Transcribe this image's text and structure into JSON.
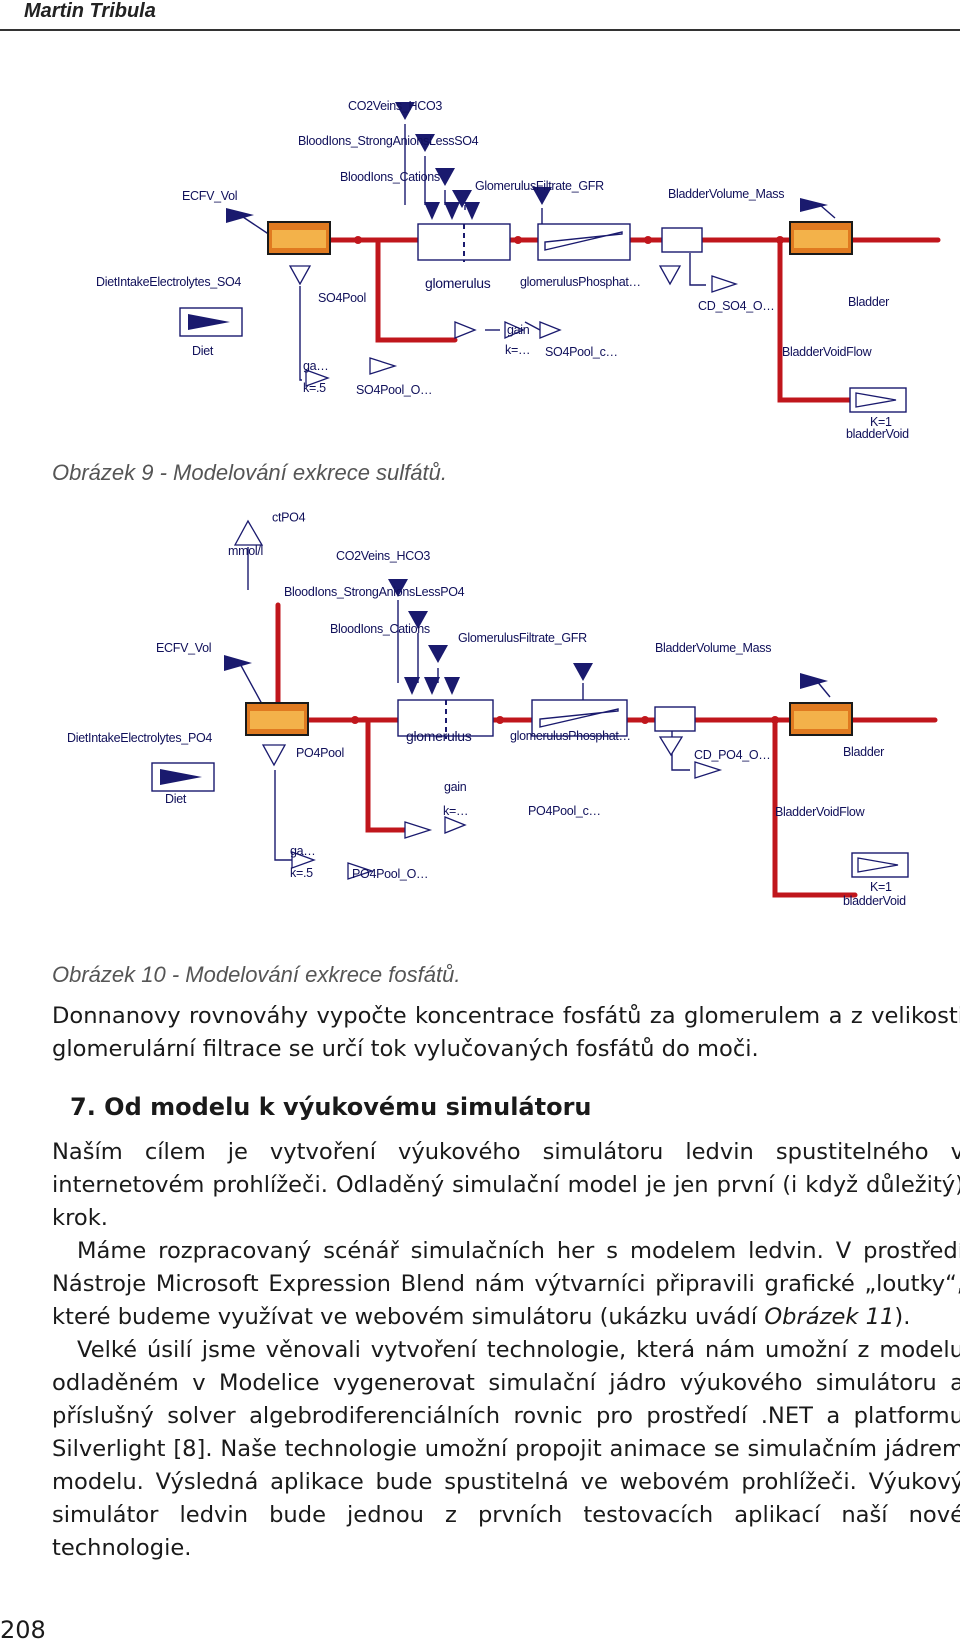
{
  "header": {
    "author": "Martin Tribula"
  },
  "figure9": {
    "labels": {
      "co2": "CO2Veins_HCO3",
      "anions": "BloodIons_StrongAnionsLessSO4",
      "cations": "BloodIons_Cations",
      "gfr": "GlomerulusFiltrate_GFR",
      "bladder_volume": "BladderVolume_Mass",
      "ecfv": "ECFV_Vol",
      "diet_intake": "DietIntakeElectrolytes_SO4",
      "pool": "SO4Pool",
      "glomerulus": "glomerulus",
      "phosphat": "glomerulusPhosphat…",
      "cd": "CD_SO4_O…",
      "bladder": "Bladder",
      "diet": "Diet",
      "gain": "gain",
      "k_dots": "k=…",
      "pool_c": "SO4Pool_c…",
      "void_flow": "BladderVoidFlow",
      "ga": "ga…",
      "k5": "k=.5",
      "pool_o": "SO4Pool_O…",
      "k1": "K=1",
      "bladder_void": "bladderVoid"
    },
    "caption": "Obrázek 9 - Modelování exkrece sulfátů."
  },
  "figure10": {
    "labels": {
      "ctpo4": "ctPO4",
      "mmol": "mmol/l",
      "co2": "CO2Veins_HCO3",
      "anions": "BloodIons_StrongAnionsLessPO4",
      "cations": "BloodIons_Cations",
      "gfr": "GlomerulusFiltrate_GFR",
      "bladder_volume": "BladderVolume_Mass",
      "ecfv": "ECFV_Vol",
      "diet_intake": "DietIntakeElectrolytes_PO4",
      "pool": "PO4Pool",
      "glomerulus": "glomerulus",
      "phosphat": "glomerulusPhosphat…",
      "cd": "CD_PO4_O…",
      "bladder": "Bladder",
      "diet": "Diet",
      "gain": "gain",
      "k_dots": "k=…",
      "pool_c": "PO4Pool_c…",
      "void_flow": "BladderVoidFlow",
      "ga": "ga…",
      "k5": "k=.5",
      "pool_o": "PO4Pool_O…",
      "k1": "K=1",
      "bladder_void": "bladderVoid"
    },
    "caption": "Obrázek 10 - Modelování exkrece fosfátů."
  },
  "body": {
    "p1": "Donnanovy rovnováhy vypočte koncentrace fosfátů za glomerulem a z velikosti glomerulární filtrace se určí tok vylučovaných fosfátů do moči.",
    "section_title": "7. Od modelu k výukovému simulátoru",
    "p2": "Naším cílem je vytvoření výukového simulátoru ledvin spustitelného v internetovém prohlížeči. Odladěný simulační model je jen první (i když důležitý) krok.",
    "p3_a": "Máme rozpracovaný scénář simulačních her s modelem ledvin. V prostředí Nástroje Microsoft Expression Blend nám výtvarníci připravili grafické „loutky“, které budeme využívat ve webovém simulátoru (ukázku uvádí ",
    "p3_ref": "Obrázek 11",
    "p3_b": ").",
    "p4": "Velké úsilí jsme věnovali vytvoření technologie, která nám umožní z modelu odladěném v Modelice vygenerovat simulační jádro výukového simulátoru a příslušný solver algebrodiferenciálních rovnic pro prostředí .NET a platformu Silverlight [8]. Naše technologie umožní propojit animace se simulačním jádrem modelu. Výsledná aplikace bude spustitelná ve webovém prohlížeči. Výukový simulátor ledvin bude jednou z prvních testovacích aplikací naší nové technologie."
  },
  "page_number": "208",
  "colors": {
    "wire": "#c0161c",
    "connector": "#1a1a6e",
    "block_border": "#1a1a6e",
    "pool": "#e07a20",
    "label": "#10105a"
  }
}
